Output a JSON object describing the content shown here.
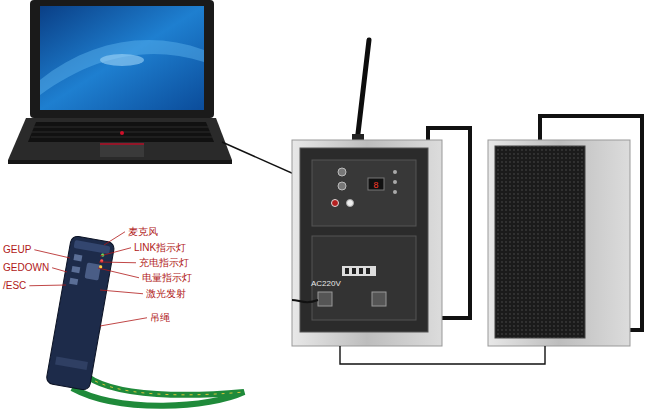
{
  "diagram": {
    "labels": [
      "GEUP",
      "GEDOWN",
      "/ESC",
      "麦克风",
      "LINK指示灯",
      "充电指示灯",
      "电量指示灯",
      "激光发射",
      "吊绳",
      "AC220V"
    ]
  }
}
